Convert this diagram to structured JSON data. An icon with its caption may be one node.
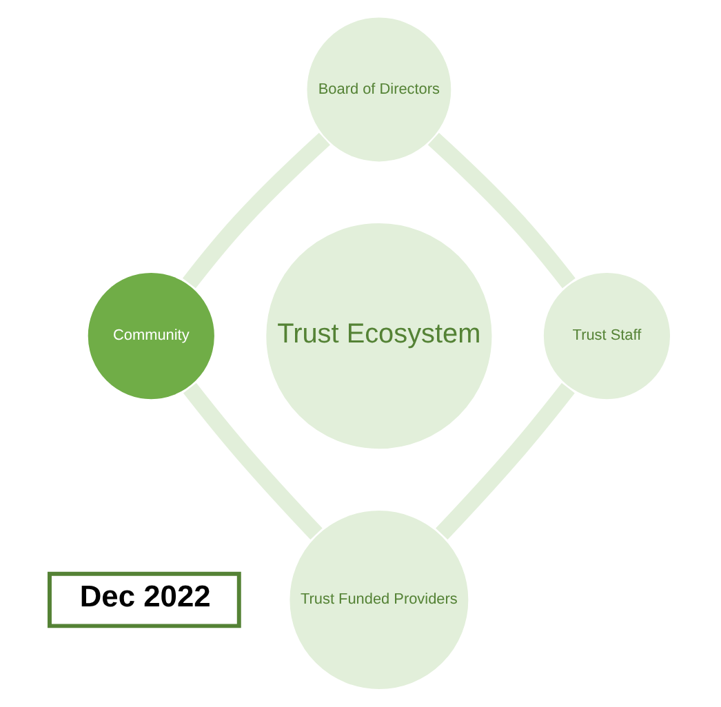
{
  "diagram": {
    "nodes": [
      {
        "text": [
          "Board of Directors"
        ]
      },
      {
        "text": [
          "Community"
        ]
      },
      {
        "text": [
          "Trust Ecosystem"
        ]
      },
      {
        "text": [
          "Trust Staff"
        ]
      },
      {
        "text": [
          "Trust Funded Providers"
        ]
      },
      {
        "text": [
          "Dec 2022"
        ]
      }
    ],
    "edges": [
      {
        "from": 0,
        "to": 3,
        "arrow": "none"
      },
      {
        "from": 3,
        "to": 4,
        "arrow": "none"
      },
      {
        "from": 4,
        "to": 1,
        "arrow": "none"
      },
      {
        "from": 1,
        "to": 0,
        "arrow": "none"
      }
    ]
  }
}
